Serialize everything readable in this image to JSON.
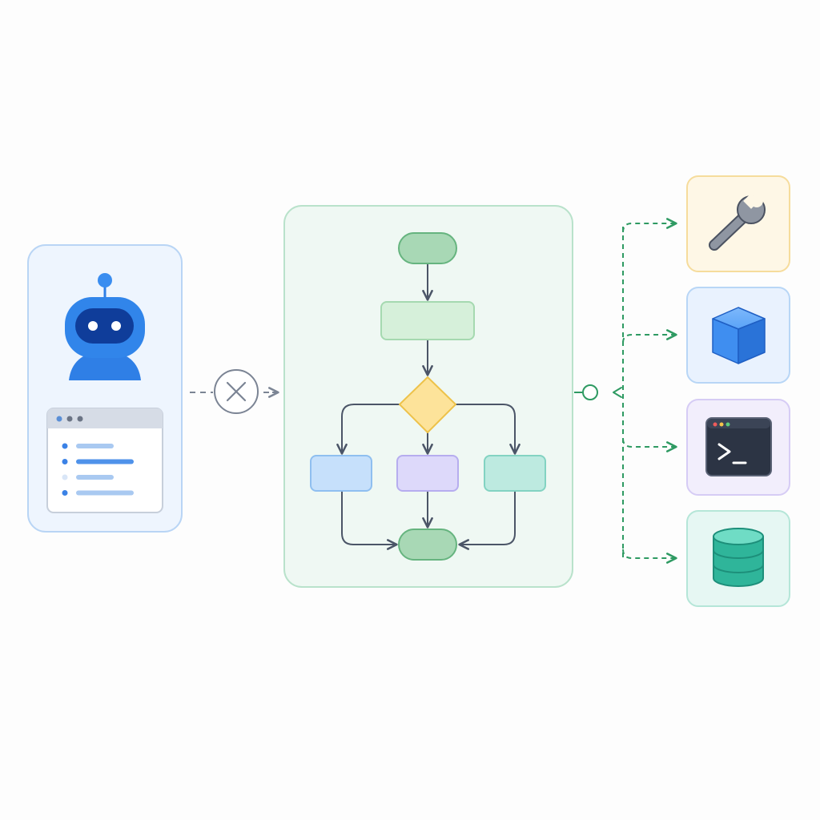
{
  "colors": {
    "background": "#fdfdfd",
    "agent_panel_fill": "#eef5fe",
    "agent_panel_stroke": "#b9d5f5",
    "robot_blue": "#2f7fe6",
    "robot_face": "#0f3d9a",
    "workflow_panel_fill": "#eff8f3",
    "workflow_panel_stroke": "#b9e2cb",
    "terminal_green": "#a8d8b5",
    "process_green": "#d6f0da",
    "decision_yellow": "#fde39a",
    "branch_blue": "#c6e0fb",
    "branch_purple": "#ddd9fa",
    "branch_teal": "#bdeae0",
    "arrow_slate": "#4b5567",
    "connector_green": "#2e9a62",
    "blocked_gray": "#7b8494"
  },
  "agent_card": {
    "window_items": [
      {
        "bullet": "filled",
        "emphasis": "light"
      },
      {
        "bullet": "filled",
        "emphasis": "strong"
      },
      {
        "bullet": "faint",
        "emphasis": "light"
      },
      {
        "bullet": "filled",
        "emphasis": "light"
      }
    ]
  },
  "connector": {
    "agent_to_workflow": "blocked-x-icon",
    "workflow_to_tools": "hollow-circle-node"
  },
  "tools": [
    {
      "icon": "wrench-icon",
      "tile_fill": "#fef7e6",
      "tile_stroke": "#f6dc9c"
    },
    {
      "icon": "cube-icon",
      "tile_fill": "#e9f2fe",
      "tile_stroke": "#b8d6f6"
    },
    {
      "icon": "terminal-icon",
      "tile_fill": "#f2eefc",
      "tile_stroke": "#d6ccf5"
    },
    {
      "icon": "database-icon",
      "tile_fill": "#e6f7f3",
      "tile_stroke": "#b5e6d8"
    }
  ]
}
